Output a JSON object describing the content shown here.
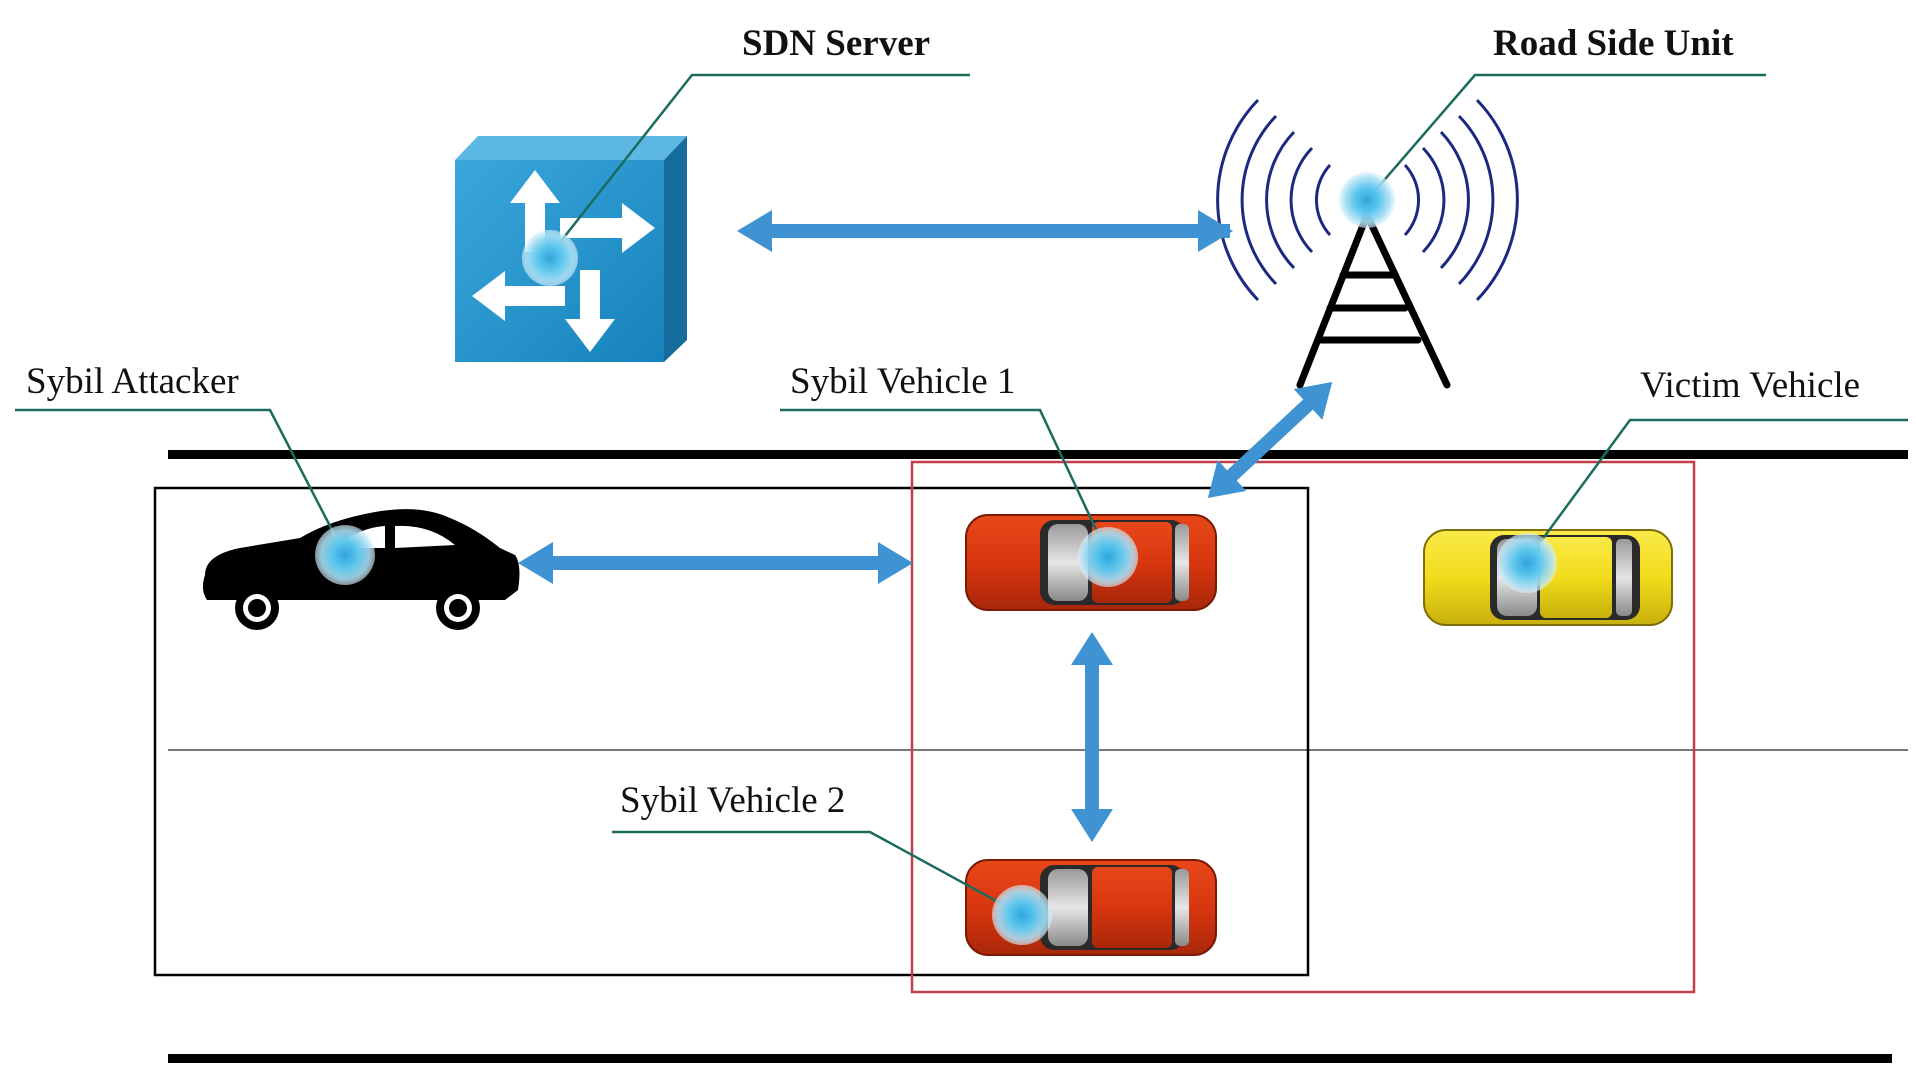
{
  "labels": {
    "sdn_server": "SDN Server",
    "road_side_unit": "Road Side Unit",
    "sybil_attacker": "Sybil Attacker",
    "sybil_vehicle_1": "Sybil Vehicle 1",
    "victim_vehicle": "Victim Vehicle",
    "sybil_vehicle_2": "Sybil Vehicle 2"
  },
  "colors": {
    "arrow": "#3f93d3",
    "router_face": "#1f8fc9",
    "router_side": "#156c9c",
    "sybil_car": "#d9360f",
    "victim_car": "#f2dc1b",
    "attacker_car": "#000000",
    "leader_line": "#1c6b5e",
    "sybil_region_border": "#c0404a",
    "attacker_region_border": "#000000",
    "signal_waves": "#1b2a80",
    "node_marker": "#5ec7ee"
  },
  "icons": {
    "sdn_server": "router-icon",
    "road_side_unit": "antenna-tower-icon",
    "sybil_attacker": "sedan-car-icon",
    "sybil_vehicle_1": "car-topview-icon",
    "sybil_vehicle_2": "car-topview-icon",
    "victim_vehicle": "car-topview-icon"
  }
}
